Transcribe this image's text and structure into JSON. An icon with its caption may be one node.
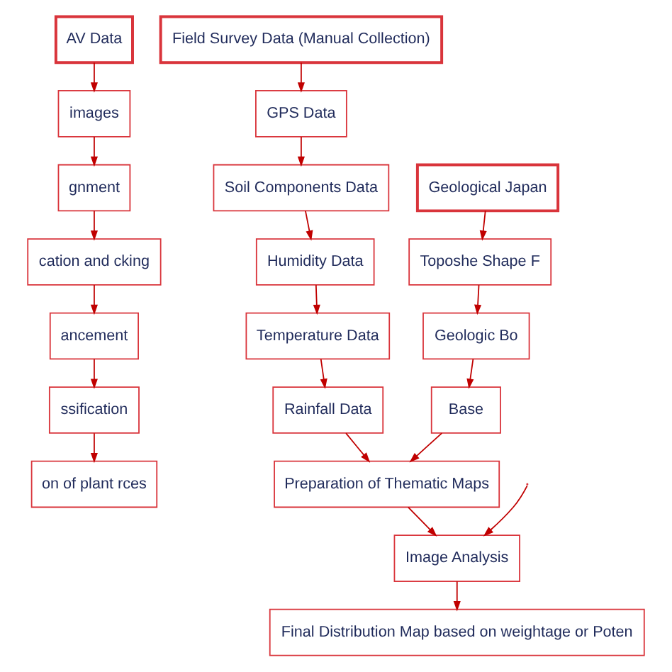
{
  "diagram": {
    "nodes": [
      {
        "text": [
          "AV Data"
        ]
      },
      {
        "text": [
          "images"
        ]
      },
      {
        "text": [
          "gnment"
        ]
      },
      {
        "text": [
          "cation and cking"
        ]
      },
      {
        "text": [
          "ancement"
        ]
      },
      {
        "text": [
          "ssification"
        ]
      },
      {
        "text": [
          "on of plant rces"
        ]
      },
      {
        "text": [
          "Field Survey Data (Manual Collection)"
        ]
      },
      {
        "text": [
          "GPS Data"
        ]
      },
      {
        "text": [
          "Soil Components Data"
        ]
      },
      {
        "text": [
          "Humidity Data"
        ]
      },
      {
        "text": [
          "Temperature Data"
        ]
      },
      {
        "text": [
          "Rainfall Data"
        ]
      },
      {
        "text": [
          "Geological Japan"
        ]
      },
      {
        "text": [
          "Toposhe Shape F"
        ]
      },
      {
        "text": [
          "Geologic Bo"
        ]
      },
      {
        "text": [
          "Base"
        ]
      },
      {
        "text": [
          "Preparation of Thematic Maps"
        ]
      },
      {
        "text": [
          "Image Analysis"
        ]
      },
      {
        "text": [
          "Final Distribution Map based on weightage or Poten"
        ]
      }
    ],
    "edges": [
      {
        "from": 0,
        "to": 1,
        "arrow": "to"
      },
      {
        "from": 1,
        "to": 2,
        "arrow": "to"
      },
      {
        "from": 2,
        "to": 3,
        "arrow": "to"
      },
      {
        "from": 3,
        "to": 4,
        "arrow": "to"
      },
      {
        "from": 4,
        "to": 5,
        "arrow": "to"
      },
      {
        "from": 5,
        "to": 6,
        "arrow": "to"
      },
      {
        "from": 7,
        "to": 8,
        "arrow": "to"
      },
      {
        "from": 8,
        "to": 9,
        "arrow": "to"
      },
      {
        "from": 9,
        "to": 10,
        "arrow": "to"
      },
      {
        "from": 10,
        "to": 11,
        "arrow": "to"
      },
      {
        "from": 11,
        "to": 12,
        "arrow": "to"
      },
      {
        "from": 12,
        "to": 17,
        "arrow": "to"
      },
      {
        "from": 13,
        "to": 14,
        "arrow": "to"
      },
      {
        "from": 14,
        "to": 15,
        "arrow": "to"
      },
      {
        "from": 15,
        "to": 16,
        "arrow": "to"
      },
      {
        "from": 16,
        "to": 17,
        "arrow": "to"
      },
      {
        "from": 17,
        "to": 18,
        "arrow": "to"
      },
      {
        "from": null,
        "to": 18,
        "arrow": "to"
      },
      {
        "from": 18,
        "to": 19,
        "arrow": "to"
      }
    ]
  }
}
